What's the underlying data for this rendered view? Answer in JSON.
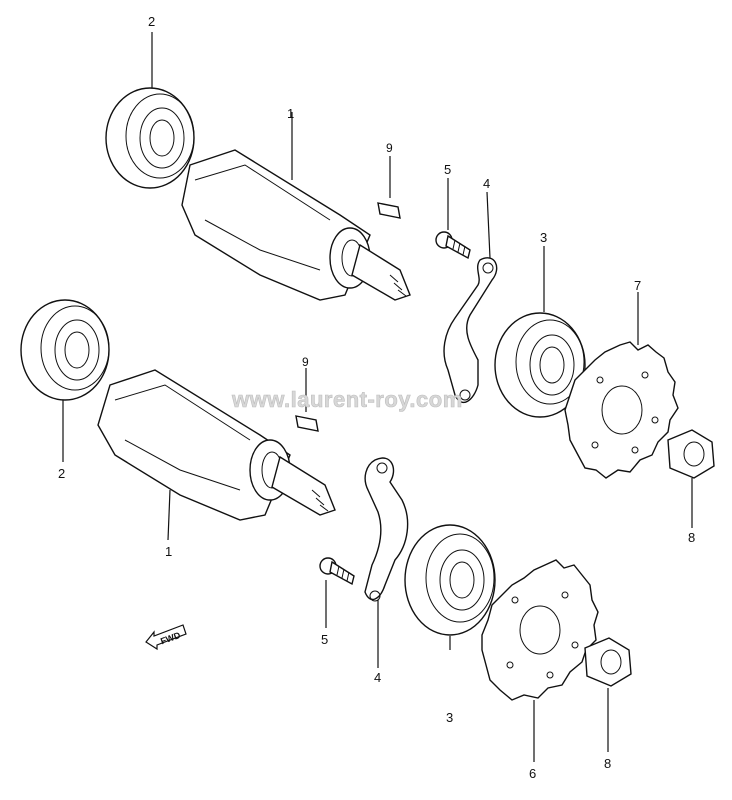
{
  "labels": {
    "p1_top": "1",
    "p2_top": "2",
    "p9_top": "9",
    "p5_top": "5",
    "p4_top": "4",
    "p3_top": "3",
    "p7": "7",
    "p8_right": "8",
    "p2_left": "2",
    "p9_mid": "9",
    "p1_bottom": "1",
    "p5_bottom": "5",
    "p4_bottom": "4",
    "p3_bottom": "3",
    "p6": "6",
    "p8_bottom": "8"
  },
  "watermark": "www.laurent-roy.com",
  "fwd_badge": "FWD"
}
